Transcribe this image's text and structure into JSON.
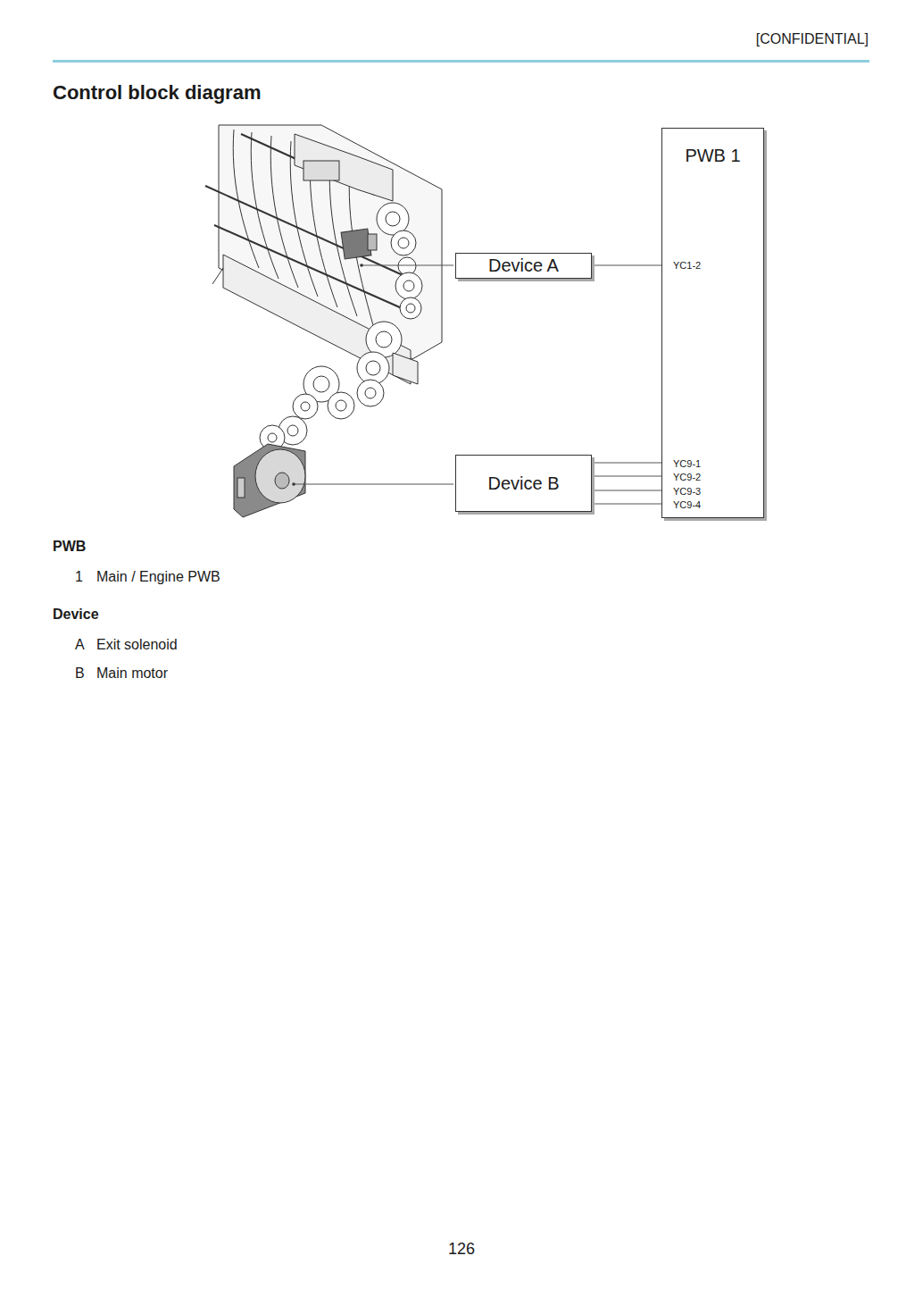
{
  "diagram": {
    "title": "Control block diagram",
    "nodes": [
      {
        "text": [
          "PWB 1"
        ]
      },
      {
        "text": [
          "Device A"
        ]
      },
      {
        "text": [
          "Device B"
        ]
      }
    ],
    "edges": [
      {
        "from": 1,
        "to": 0,
        "arrow": "none"
      },
      {
        "from": 2,
        "to": 0,
        "arrow": "none"
      },
      {
        "from": 2,
        "to": 0,
        "arrow": "none"
      },
      {
        "from": 2,
        "to": 0,
        "arrow": "none"
      },
      {
        "from": 2,
        "to": 0,
        "arrow": "none"
      }
    ],
    "labels": [
      "[CONFIDENTIAL]",
      "YC1-2",
      "YC9-1",
      "YC9-2",
      "YC9-3",
      "YC9-4",
      "PWB",
      "1",
      "Main / Engine PWB",
      "Device",
      "A",
      "Exit solenoid",
      "B",
      "Main motor",
      "126"
    ]
  }
}
